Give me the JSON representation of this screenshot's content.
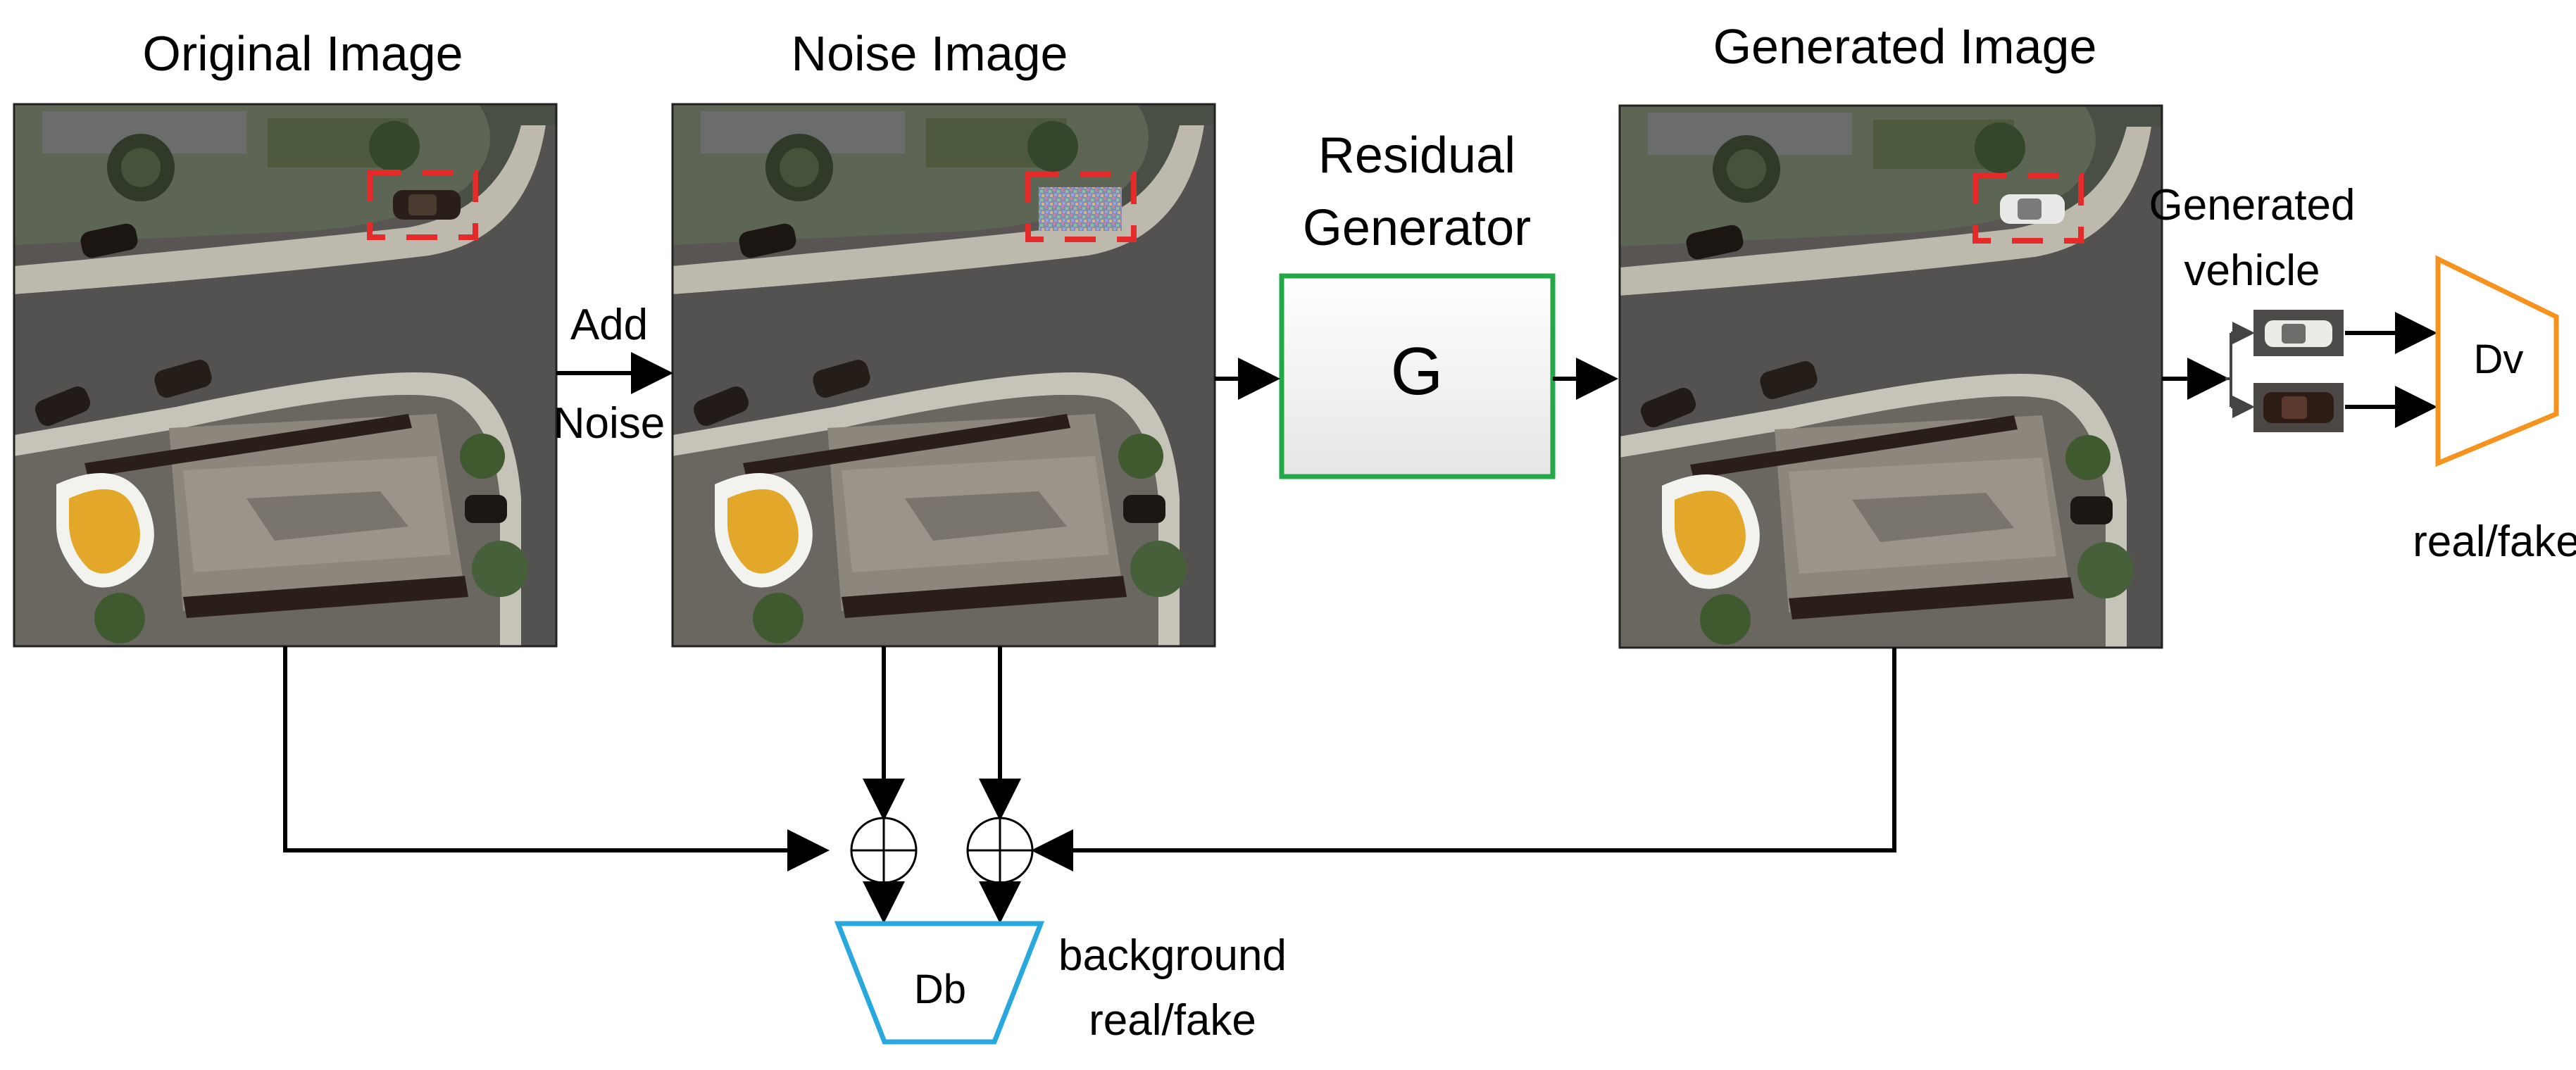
{
  "panels": {
    "original": {
      "title": "Original Image"
    },
    "noise": {
      "title": "Noise Image"
    },
    "generated": {
      "title": "Generated Image"
    }
  },
  "steps": {
    "add_noise_line1": "Add",
    "add_noise_line2": "Noise"
  },
  "generator": {
    "title_line1": "Residual",
    "title_line2": "Generator",
    "symbol": "G",
    "border_color": "#22a846"
  },
  "vehicle_discriminator": {
    "caption_line1": "Generated",
    "caption_line2": "vehicle",
    "symbol": "Dv",
    "output": "real/fake",
    "color": "#f7921e"
  },
  "background_discriminator": {
    "symbol": "Db",
    "output_line1": "background",
    "output_line2": "real/fake",
    "color": "#29a8e0"
  },
  "colors": {
    "detection_box": "#e52a2a",
    "road": "#545250",
    "sidewalk": "#c6c3b8",
    "roof": "#8c867c",
    "pool": "#e3a82a",
    "vegetation": "#3f5a2e"
  }
}
